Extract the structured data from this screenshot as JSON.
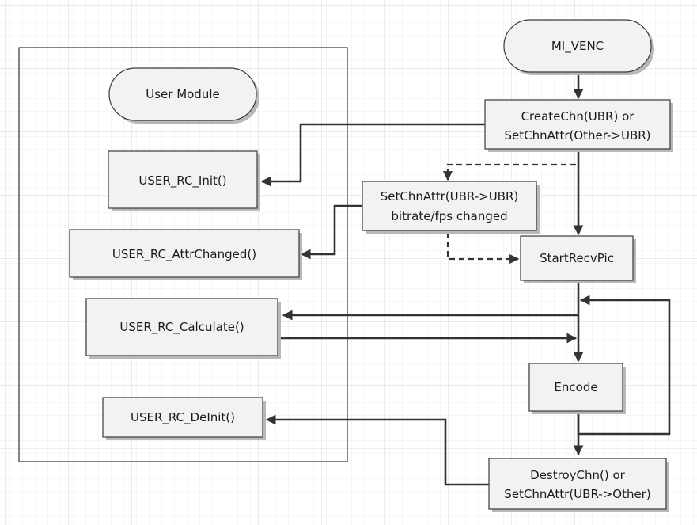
{
  "diagram": {
    "nodes": {
      "mi_venc": "MI_VENC",
      "user_module": "User Module",
      "create_chn": [
        "CreateChn(UBR) or",
        "SetChnAttr(Other->UBR)"
      ],
      "user_rc_init": "USER_RC_Init()",
      "set_chn_attr": [
        "SetChnAttr(UBR->UBR)",
        "bitrate/fps changed"
      ],
      "user_rc_attr_changed": "USER_RC_AttrChanged()",
      "start_recv_pic": "StartRecvPic",
      "user_rc_calculate": "USER_RC_Calculate()",
      "encode": "Encode",
      "user_rc_deinit": "USER_RC_DeInit()",
      "destroy_chn": [
        "DestroyChn() or",
        "SetChnAttr(UBR->Other)"
      ]
    },
    "colors": {
      "grid_major": "#cfd3d8",
      "grid_minor": "#eceef1",
      "box_fill": "#f2f2f2",
      "stroke": "#333333"
    }
  }
}
